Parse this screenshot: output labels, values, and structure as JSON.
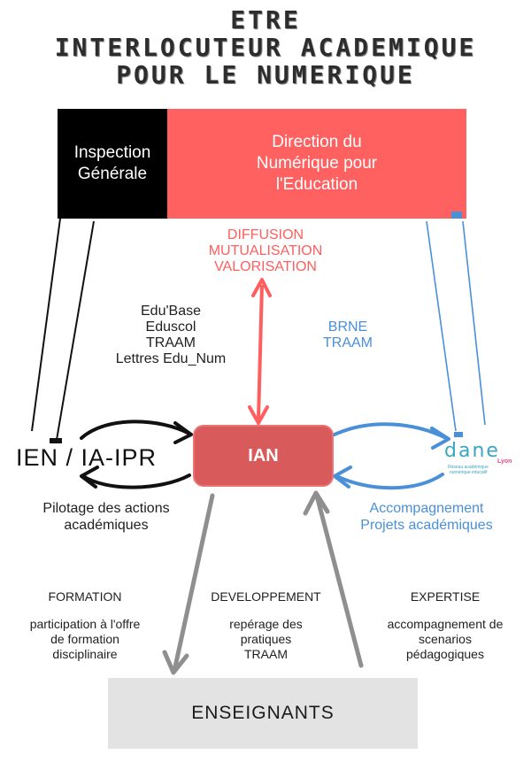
{
  "title": {
    "line1": "ETRE",
    "line2": "INTERLOCUTEUR ACADEMIQUE",
    "line3": "POUR LE NUMERIQUE"
  },
  "top_boxes": {
    "inspection": [
      "Inspection",
      "Générale"
    ],
    "dne": [
      "Direction du",
      "Numérique pour",
      "l'Education"
    ]
  },
  "arrow_labels": {
    "red": [
      "DIFFUSION",
      "MUTUALISATION",
      "VALORISATION"
    ],
    "black": [
      "Edu'Base",
      "Eduscol",
      "TRAAM",
      "Lettres Edu_Num"
    ],
    "blue": [
      "BRNE",
      "TRAAM"
    ]
  },
  "nodes": {
    "ian": "IAN",
    "ien": "IEN / IA-IPR",
    "enseignants": "ENSEIGNANTS",
    "dane": {
      "word": "dane",
      "sub_line1": "Réseau académique",
      "sub_line2": "numérique éducatif",
      "badge": "Lyon"
    }
  },
  "captions": {
    "pilotage": [
      "Pilotage des actions",
      "académiques"
    ],
    "accompagnement": [
      "Accompagnement",
      "Projets académiques"
    ]
  },
  "columns": [
    {
      "heading": "FORMATION",
      "lines": [
        "participation à l'offre",
        "de formation",
        "disciplinaire"
      ]
    },
    {
      "heading": "DEVELOPPEMENT",
      "lines": [
        "repérage des",
        "pratiques",
        "TRAAM"
      ]
    },
    {
      "heading": "EXPERTISE",
      "lines": [
        "accompagnement de",
        "scenarios",
        "pédagogiques"
      ]
    }
  ],
  "colors": {
    "red": "#ff6161",
    "ian_red": "#d95a5a",
    "blue": "#4a90d9",
    "gray_arrow": "#8f8f8f",
    "enseignants_bg": "#e3e3e3"
  }
}
